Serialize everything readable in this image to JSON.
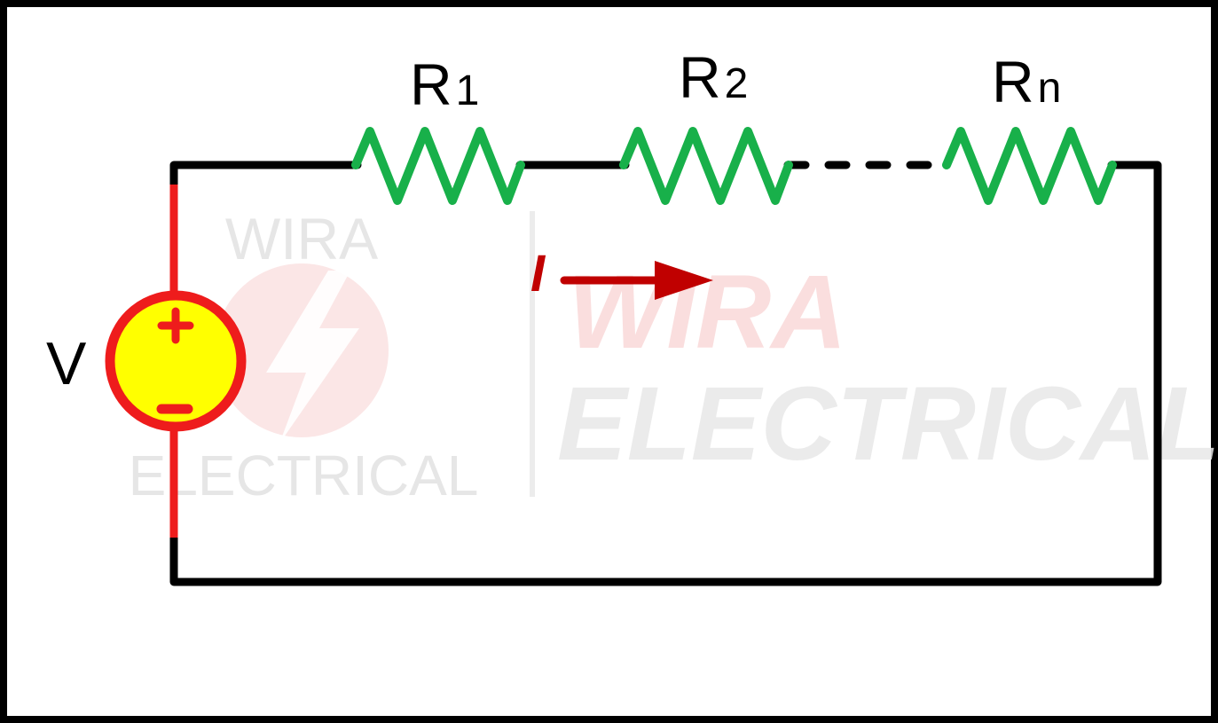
{
  "labels": {
    "r1": {
      "main": "R",
      "sub": "1"
    },
    "r2": {
      "main": "R",
      "sub": "2"
    },
    "rn": {
      "main": "R",
      "sub": "n"
    },
    "voltage": "V",
    "current": "I"
  },
  "watermark": {
    "small_top": "WIRA",
    "small_bottom": "ELECTRICAL",
    "large_top": "WIRA",
    "large_bottom": "ELECTRICAL"
  },
  "colors": {
    "wire": "#000000",
    "resistor": "#18b04a",
    "source_wire": "#ee1c1c",
    "source_fill": "#ffff00",
    "source_ring": "#ee1c1c",
    "current_arrow": "#c00000",
    "watermark_red": "#f6c7c7",
    "watermark_grey": "#e3e3e3"
  }
}
